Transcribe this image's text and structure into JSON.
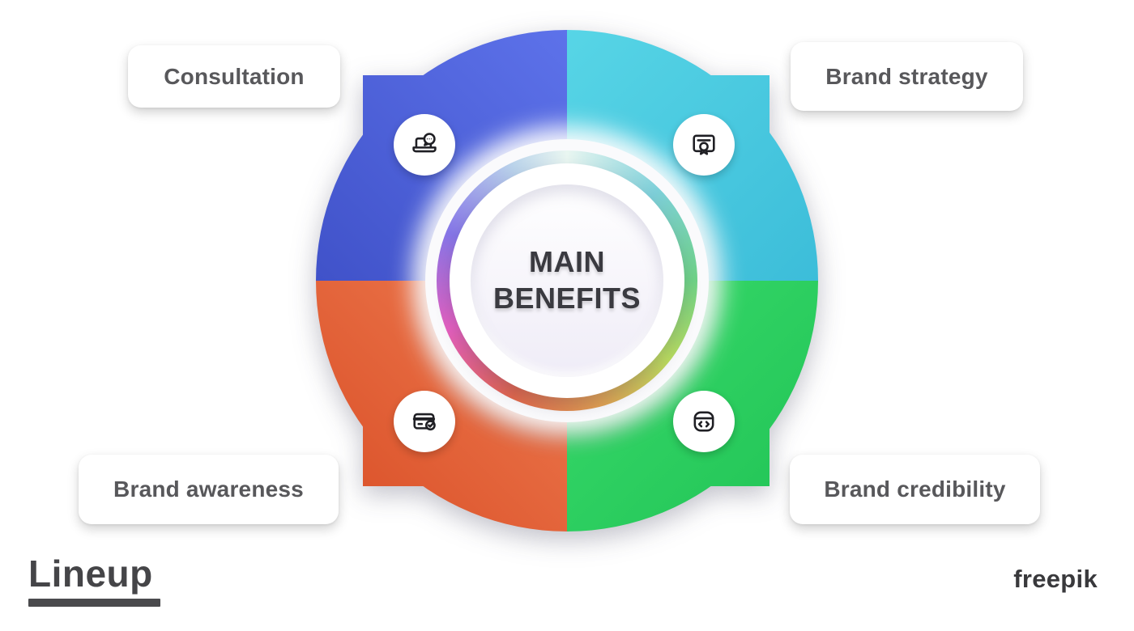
{
  "title": "Main benefits infographic",
  "center": {
    "title_lines": {
      "0": "MAIN",
      "1": "BENEFITS"
    },
    "inner_bg": "#efecf7",
    "ring_gradient": "conic-gradient(from 0deg, #e9f6f1 0deg, #7ed0d9 45deg, #6fd386 90deg, #bbdd5e 128deg, #e2a050 165deg, #e2664a 205deg, #e55fc0 248deg, #8676e8 292deg, #bad3ea 335deg, #e9f6f1 360deg)"
  },
  "quadrants": [
    {
      "position": "top-left",
      "label": "Consultation",
      "icon": "laptop-chat-icon",
      "gradient": {
        "dir": "to bottom left",
        "from": "#5d72ea",
        "to": "#4052c9"
      }
    },
    {
      "position": "top-right",
      "label": "Brand strategy",
      "icon": "certificate-icon",
      "gradient": {
        "dir": "to bottom right",
        "from": "#57d5e6",
        "to": "#3cbdd9"
      }
    },
    {
      "position": "bottom-left",
      "label": "Brand awareness",
      "icon": "card-check-icon",
      "gradient": {
        "dir": "to top right",
        "from": "#d94e26",
        "to": "#ee7b50"
      }
    },
    {
      "position": "bottom-right",
      "label": "Brand credibility",
      "icon": "code-window-icon",
      "gradient": {
        "dir": "to bottom right",
        "from": "#38da6b",
        "to": "#21c355"
      }
    }
  ],
  "footer": {
    "brand_left": "Lineup",
    "brand_right": "freepik"
  },
  "icon_stroke_color": "#1f1f24"
}
